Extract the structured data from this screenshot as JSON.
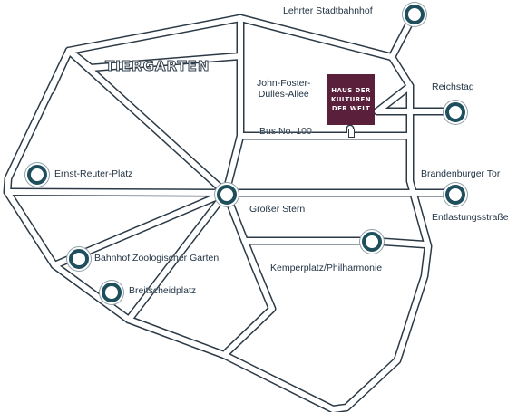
{
  "map": {
    "district": "TIERGARTEN",
    "venue": {
      "lines": [
        "HAUS DER",
        "KULTUREN",
        "DER WELT"
      ],
      "color": "#5a1f3b"
    },
    "street_labels": {
      "john_foster_dulles_allee": "John-Foster-\nDulles-Allee",
      "bus": "Bus No. 100",
      "grosser_stern": "Großer Stern",
      "entlastungsstrasse": "Entlastungsstraße"
    },
    "stops": [
      {
        "id": "lehrter-stadtbahnhof",
        "label": "Lehrter Stadtbahnhof"
      },
      {
        "id": "reichstag",
        "label": "Reichstag"
      },
      {
        "id": "ernst-reuter-platz",
        "label": "Ernst-Reuter-Platz"
      },
      {
        "id": "grosser-stern",
        "label": ""
      },
      {
        "id": "brandenburger-tor",
        "label": "Brandenburger Tor"
      },
      {
        "id": "kemperplatz-philharmonie",
        "label": "Kemperplatz/Philharmonie"
      },
      {
        "id": "bahnhof-zoologischer-garten",
        "label": "Bahnhof Zoologischer Garten"
      },
      {
        "id": "breitscheidplatz",
        "label": "Breitscheidplatz"
      }
    ],
    "colors": {
      "road_edge": "#2b3a46",
      "road_fill": "#ffffff",
      "stop_ring": "#1f4f5c",
      "venue": "#5a1f3b"
    }
  }
}
